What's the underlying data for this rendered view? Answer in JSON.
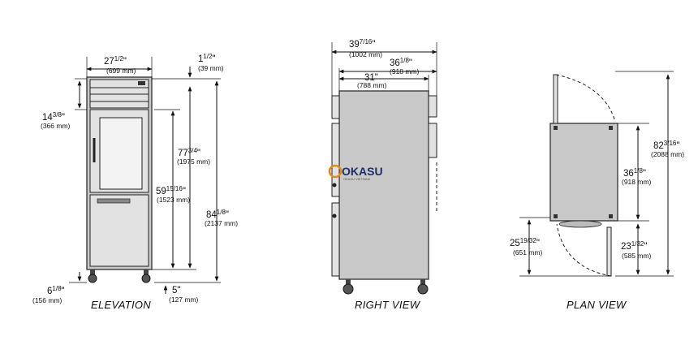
{
  "views": {
    "elevation": {
      "title": "ELEVATION",
      "width": {
        "whole": "27",
        "frac": "1/2",
        "unit": "\"",
        "mm": "(699 mm)"
      },
      "top_offset": {
        "whole": "1",
        "frac": "1/2",
        "unit": "\"",
        "mm": "(39 mm)"
      },
      "upper_section": {
        "whole": "14",
        "frac": "3/8",
        "unit": "\"",
        "mm": "(366 mm)"
      },
      "cabinet_height": {
        "whole": "77",
        "frac": "3/4",
        "unit": "\"",
        "mm": "(1975 mm)"
      },
      "door_to_floor": {
        "whole": "59",
        "frac": "15/16",
        "unit": "\"",
        "mm": "(1523 mm)"
      },
      "overall_height": {
        "whole": "84",
        "frac": "1/8",
        "unit": "\"",
        "mm": "(2137 mm)"
      },
      "bottom_clearance": {
        "whole": "6",
        "frac": "1/8",
        "unit": "\"",
        "mm": "(156 mm)"
      },
      "caster_height": {
        "whole": "5",
        "frac": "",
        "unit": "\"",
        "mm": "(127 mm)"
      }
    },
    "right_view": {
      "title": "RIGHT VIEW",
      "overall_depth": {
        "whole": "39",
        "frac": "7/16",
        "unit": "\"",
        "mm": "(1002 mm)"
      },
      "depth_with_handles": {
        "whole": "36",
        "frac": "1/8",
        "unit": "\"",
        "mm": "(918 mm)"
      },
      "cabinet_depth": {
        "whole": "31",
        "frac": "",
        "unit": "\"",
        "mm": "(788 mm)"
      }
    },
    "plan_view": {
      "title": "PLAN VIEW",
      "overall_open": {
        "whole": "82",
        "frac": "3/16",
        "unit": "\"",
        "mm": "(2088 mm)"
      },
      "depth": {
        "whole": "36",
        "frac": "1/8",
        "unit": "\"",
        "mm": "(918 mm)"
      },
      "lower_swing": {
        "whole": "25",
        "frac": "19/32",
        "unit": "\"",
        "mm": "(651 mm)"
      },
      "upper_swing": {
        "whole": "23",
        "frac": "1/32",
        "unit": "\"",
        "mm": "(585 mm)"
      }
    }
  },
  "watermark": {
    "brand": "OKASU",
    "sub": "OKASU VIETNAM"
  }
}
